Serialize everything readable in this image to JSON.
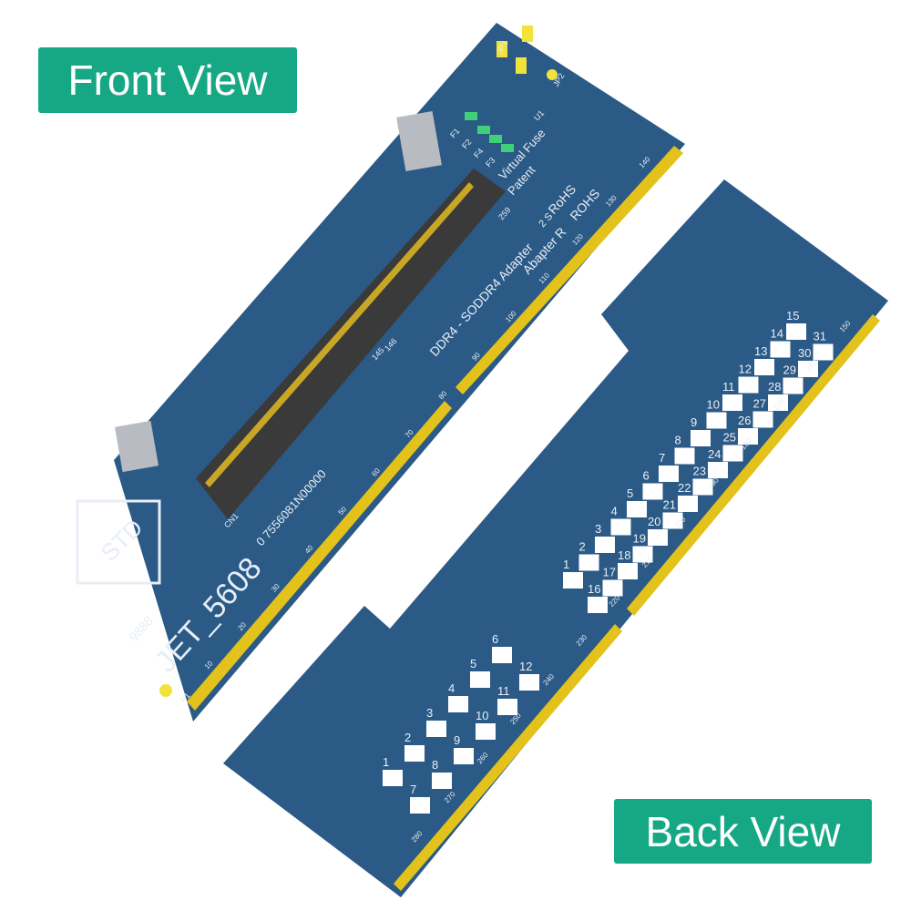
{
  "labels": {
    "front": "Front View",
    "back": "Back View"
  },
  "colors": {
    "label_bg": "#16a884",
    "pcb": "#2b5a86",
    "gold": "#e3c21c",
    "connector": "#3a3a3a"
  },
  "front_board": {
    "model": "JET_5608",
    "logo": "STD",
    "code": "9888",
    "serial": "0 7556081N00000",
    "title": "DDR4 - SODDR4 Adapter",
    "title_sup": "2 S",
    "subtitle": "Abapter  R",
    "rohs1": "RoHS",
    "rohs2": "ROHS",
    "fuse1": "Virtual Fuse",
    "fuse2": "Patent",
    "refs": [
      "F1",
      "F2",
      "F4",
      "F3",
      "U1",
      "JP1",
      "JP2",
      "CN1",
      "P1"
    ],
    "pins": [
      "145",
      "146",
      "259"
    ],
    "ticks": [
      "10",
      "20",
      "30",
      "40",
      "50",
      "60",
      "70",
      "80",
      "90",
      "100",
      "110",
      "120",
      "130",
      "140"
    ]
  },
  "back_board": {
    "row_a": [
      "1",
      "2",
      "3",
      "4",
      "5",
      "6",
      "7",
      "8",
      "9",
      "10",
      "11",
      "12",
      "13",
      "14",
      "15"
    ],
    "row_b": [
      "16",
      "17",
      "18",
      "19",
      "20",
      "21",
      "22",
      "23",
      "24",
      "25",
      "26",
      "27",
      "28",
      "29",
      "30",
      "31"
    ],
    "lower_a": [
      "1",
      "2",
      "3",
      "4",
      "5",
      "6"
    ],
    "lower_b": [
      "7",
      "8",
      "9",
      "10",
      "11",
      "12"
    ],
    "ticks": [
      "150",
      "160",
      "170",
      "180",
      "190",
      "200",
      "210",
      "220",
      "230",
      "240",
      "250",
      "260",
      "270",
      "280"
    ]
  }
}
